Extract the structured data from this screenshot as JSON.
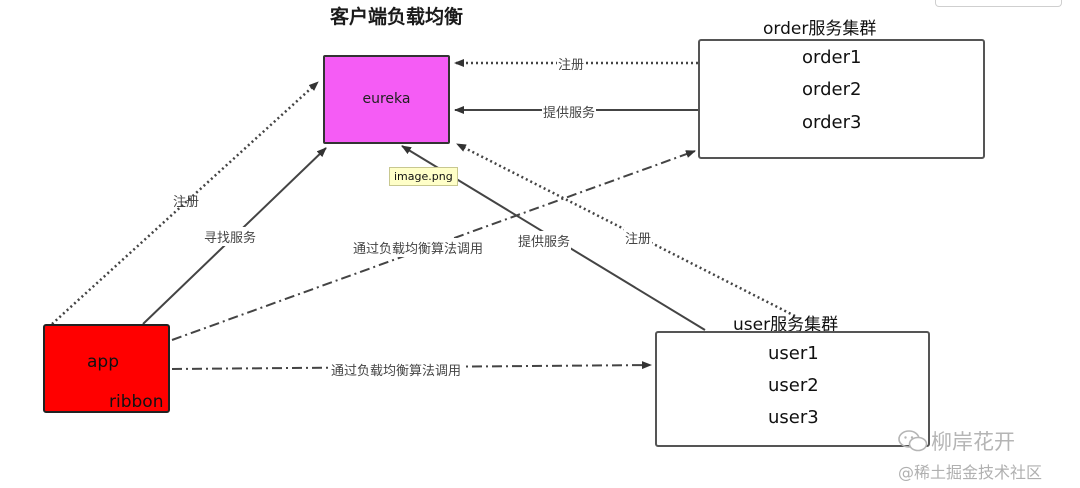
{
  "title": "客户端负载均衡",
  "eureka": {
    "label": "eureka"
  },
  "tooltip": "image.png",
  "order_cluster": {
    "title": "order服务集群",
    "items": [
      "order1",
      "order2",
      "order3"
    ]
  },
  "user_cluster": {
    "title": "user服务集群",
    "items": [
      "user1",
      "user2",
      "user3"
    ]
  },
  "app": {
    "label": "app",
    "sub_label": "ribbon"
  },
  "edges": {
    "order_register": "注册",
    "order_provide": "提供服务",
    "app_register": "注册",
    "app_find": "寻找服务",
    "app_to_order": "通过负载均衡算法调用",
    "user_provide": "提供服务",
    "user_register": "注册",
    "app_to_user": "通过负载均衡算法调用"
  },
  "watermark": {
    "line1": "柳岸花开",
    "line2": "@稀土掘金技术社区"
  },
  "colors": {
    "eureka": "#f55cf5",
    "app": "#ff0000",
    "line": "#444444"
  }
}
